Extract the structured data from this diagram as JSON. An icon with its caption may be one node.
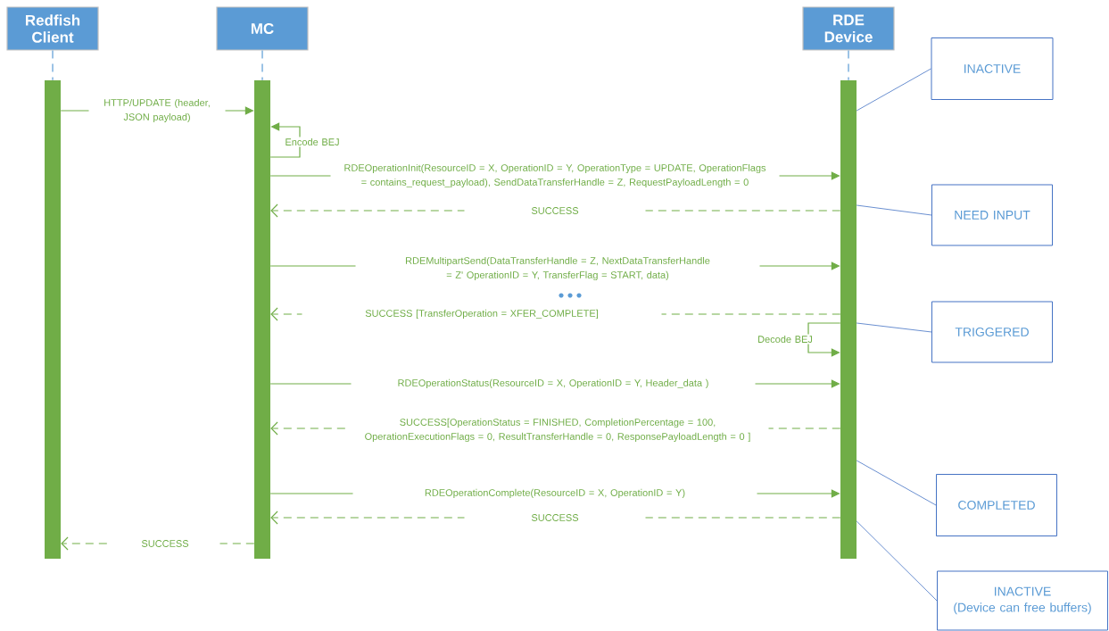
{
  "diagram": {
    "nodes": [
      {
        "text": [
          "Redfish Client"
        ]
      },
      {
        "text": [
          "MC"
        ]
      },
      {
        "text": [
          "RDE Device"
        ]
      },
      {
        "text": [],
        "shape": "bar"
      },
      {
        "text": [],
        "shape": "bar"
      },
      {
        "text": [],
        "shape": "bar"
      },
      {
        "text": [
          "INACTIVE"
        ]
      },
      {
        "text": [
          "NEED INPUT"
        ]
      },
      {
        "text": [
          "TRIGGERED"
        ]
      },
      {
        "text": [
          "COMPLETED"
        ]
      },
      {
        "text": [
          "INACTIVE",
          "(Device can free buffers)"
        ]
      }
    ],
    "edges": [
      {
        "from": 0,
        "to": 3,
        "arrow": "none",
        "style": "dashed",
        "color": "#5b9bd5"
      },
      {
        "from": 1,
        "to": 4,
        "arrow": "none",
        "style": "dashed",
        "color": "#5b9bd5"
      },
      {
        "from": 2,
        "to": 5,
        "arrow": "none",
        "style": "dashed",
        "color": "#5b9bd5"
      },
      {
        "from": 3,
        "to": 4,
        "arrow": "to",
        "label": "HTTP/UPDATE (header, JSON payload)"
      },
      {
        "from": 4,
        "to": 4,
        "arrow": "to",
        "label": "Encode BEJ"
      },
      {
        "from": 4,
        "to": 5,
        "arrow": "to",
        "label": "RDEOperationInit(ResourceID = X, OperationID = Y, OperationType = UPDATE, OperationFlags = contains_request_payload), SendDataTransferHandle = Z, RequestPayloadLength = 0"
      },
      {
        "from": 5,
        "to": 4,
        "arrow": "to",
        "label": "SUCCESS",
        "style": "dashed"
      },
      {
        "from": 4,
        "to": 5,
        "arrow": "to",
        "label": "RDEMultipartSend(DataTransferHandle = Z, NextDataTransferHandle = Z' OperationID = Y, TransferFlag = START, data)"
      },
      {
        "from": 5,
        "to": 4,
        "arrow": "to",
        "label": "SUCCESS [TransferOperation = XFER_COMPLETE]",
        "style": "dashed"
      },
      {
        "from": 5,
        "to": 5,
        "arrow": "to",
        "label": "Decode BEJ"
      },
      {
        "from": 4,
        "to": 5,
        "arrow": "to",
        "label": "RDEOperationStatus(ResourceID = X, OperationID = Y, Header_data )"
      },
      {
        "from": 5,
        "to": 4,
        "arrow": "to",
        "label": "SUCCESS[OperationStatus = FINISHED, CompletionPercentage = 100, OperationExecutionFlags = 0, ResultTransferHandle = 0, ResponsePayloadLength = 0 ]",
        "style": "dashed"
      },
      {
        "from": 4,
        "to": 5,
        "arrow": "to",
        "label": "RDEOperationComplete(ResourceID = X, OperationID = Y)"
      },
      {
        "from": 5,
        "to": 4,
        "arrow": "to",
        "label": "SUCCESS",
        "style": "dashed"
      },
      {
        "from": 4,
        "to": 3,
        "arrow": "to",
        "label": "SUCCESS",
        "style": "dashed"
      },
      {
        "from": 6,
        "to": 5,
        "arrow": "none",
        "color": "#4472c4"
      },
      {
        "from": 7,
        "to": 5,
        "arrow": "none",
        "color": "#4472c4"
      },
      {
        "from": 8,
        "to": 5,
        "arrow": "none",
        "color": "#4472c4"
      },
      {
        "from": 9,
        "to": 5,
        "arrow": "none",
        "color": "#4472c4"
      },
      {
        "from": 10,
        "to": 5,
        "arrow": "none",
        "color": "#4472c4"
      }
    ]
  }
}
